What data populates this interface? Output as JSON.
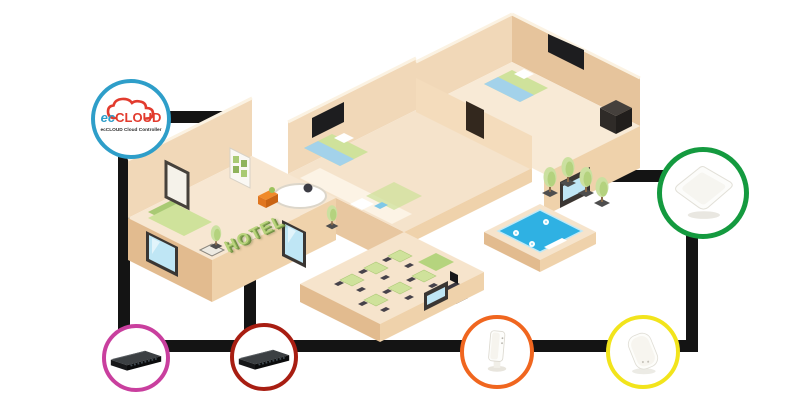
{
  "cloud_node": {
    "logo_prefix": "ec",
    "logo_word": "CLOUD",
    "subtitle": "ecCLOUD Cloud Controller",
    "ring_color": "#2e9ec9",
    "prefix_color": "#2e9ec9",
    "word_color": "#e23b2e",
    "cloud_outline_color": "#e23b2e"
  },
  "hotel": {
    "sign_text": "HOTEL",
    "sign_color": "#b9d47c"
  },
  "nodes": [
    {
      "id": "switch-left",
      "icon": "ethernet-switch-icon",
      "ring_color": "#c93f9e"
    },
    {
      "id": "switch-center",
      "icon": "ethernet-switch-icon",
      "ring_color": "#a81e12"
    },
    {
      "id": "desktop-ap",
      "icon": "desktop-access-point-icon",
      "ring_color": "#f0661f"
    },
    {
      "id": "wall-plate-ap",
      "icon": "wall-plate-access-point-icon",
      "ring_color": "#f2e41c"
    },
    {
      "id": "ceiling-mount-ap",
      "icon": "ceiling-access-point-icon",
      "ring_color": "#149a3f"
    }
  ],
  "connections": {
    "line_color": "#141414"
  }
}
